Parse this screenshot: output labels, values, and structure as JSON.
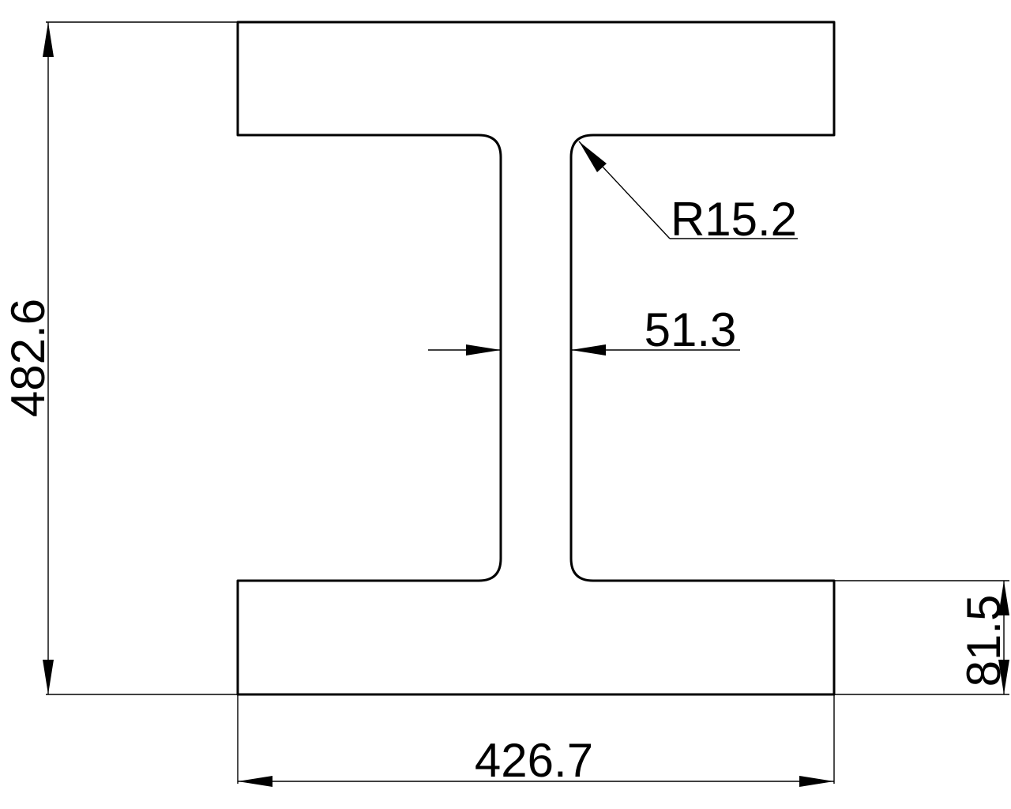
{
  "drawing": {
    "subject": "I-beam cross-section",
    "line_color": "#000000",
    "background": "#ffffff"
  },
  "dimensions": {
    "overall_height": "482.6",
    "flange_width": "426.7",
    "web_thickness": "51.3",
    "fillet_radius": "R15.2",
    "flange_thickness": "81.5"
  }
}
